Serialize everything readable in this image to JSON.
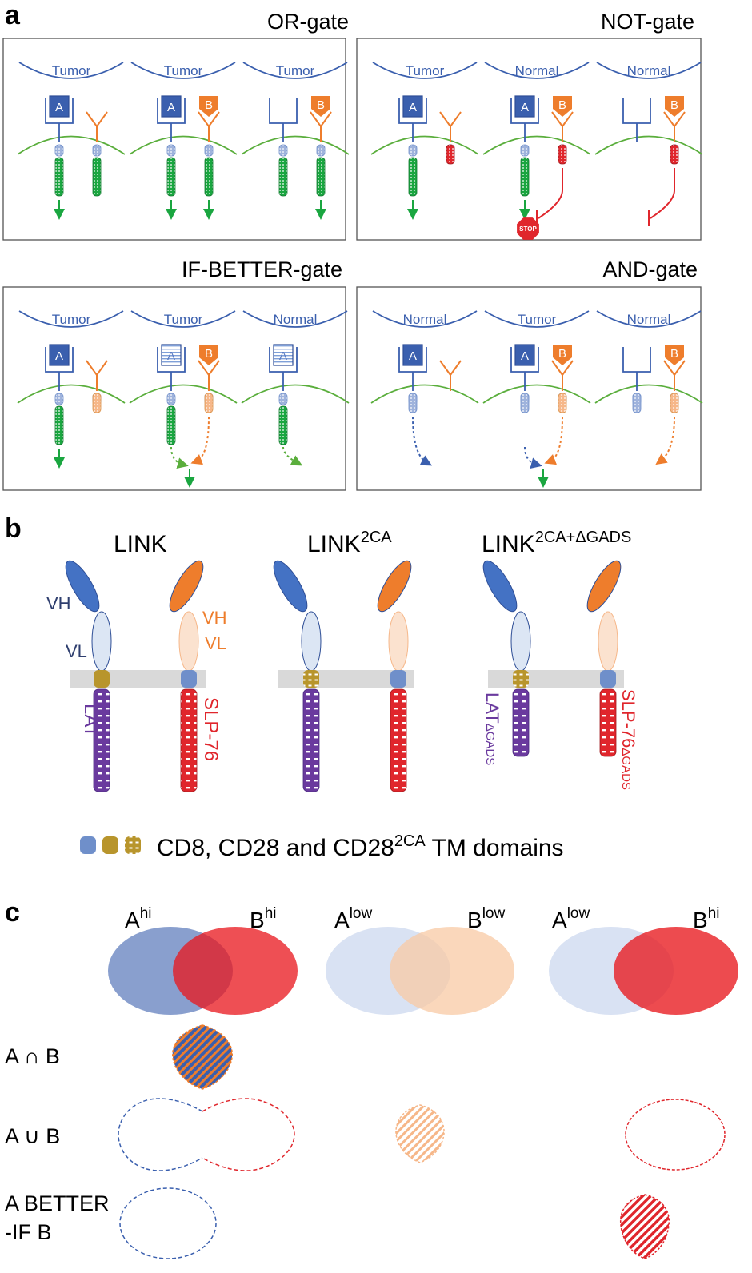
{
  "panel_a": {
    "letter": "a",
    "gates": [
      {
        "title": "OR-gate",
        "cells": [
          "Tumor",
          "Tumor",
          "Tumor"
        ]
      },
      {
        "title": "NOT-gate",
        "cells": [
          "Tumor",
          "Normal",
          "Normal"
        ]
      },
      {
        "title": "IF-BETTER-gate",
        "cells": [
          "Tumor",
          "Tumor",
          "Normal"
        ]
      },
      {
        "title": "AND-gate",
        "cells": [
          "Normal",
          "Tumor",
          "Normal"
        ]
      }
    ],
    "antigen_a": "A",
    "antigen_b": "B",
    "stop_label": "STOP"
  },
  "panel_b": {
    "letter": "b",
    "constructs": [
      {
        "title": "LINK",
        "sup": ""
      },
      {
        "title": "LINK",
        "sup": "2CA"
      },
      {
        "title": "LINK",
        "sup": "2CA+ΔGADS"
      }
    ],
    "labels": {
      "vh": "VH",
      "vl": "VL",
      "lat": "LAT",
      "slp76": "SLP-76",
      "delta_gads": "ΔGADS"
    },
    "legend": {
      "text": "CD8, CD28 and CD28",
      "sup": "2CA",
      "suffix": " TM domains"
    }
  },
  "panel_c": {
    "letter": "c",
    "columns": [
      {
        "a": "A",
        "a_sup": "hi",
        "b": "B",
        "b_sup": "hi"
      },
      {
        "a": "A",
        "a_sup": "low",
        "b": "B",
        "b_sup": "low"
      },
      {
        "a": "A",
        "a_sup": "low",
        "b": "B",
        "b_sup": "hi"
      }
    ],
    "rows": [
      "A ∩ B",
      "A ∪ B",
      "A BETTER",
      "-IF B"
    ]
  },
  "colors": {
    "blue": "#3a5fae",
    "blue_dark": "#2e4e96",
    "orange": "#ee7d2c",
    "green": "#5aae3c",
    "bright_green": "#1aa640",
    "red": "#e0262c",
    "purple": "#6a3a9e",
    "gold": "#b8952c"
  }
}
